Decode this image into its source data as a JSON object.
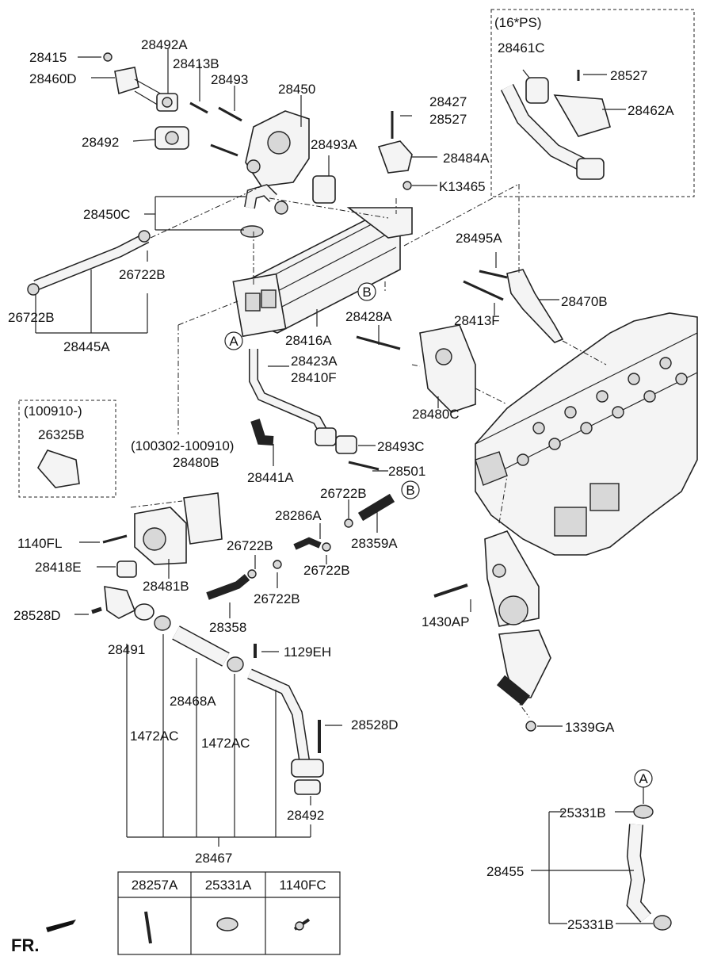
{
  "labels": {
    "l28415": "28415",
    "l28492A": "28492A",
    "l28460D": "28460D",
    "l28413B": "28413B",
    "l28493": "28493",
    "l28450": "28450",
    "l28492_top": "28492",
    "l28493A": "28493A",
    "l28427": "28427",
    "l28527_a": "28527",
    "l28484A": "28484A",
    "lK13465": "K13465",
    "l28450C": "28450C",
    "l26722B_1": "26722B",
    "l26722B_2": "26722B",
    "l28445A": "28445A",
    "l28416A": "28416A",
    "l28428A": "28428A",
    "l28495A": "28495A",
    "l28470B": "28470B",
    "l28413F": "28413F",
    "l28423A": "28423A",
    "l28410F": "28410F",
    "l28480C": "28480C",
    "l100910": "(100910-)",
    "l26325B": "26325B",
    "l100302": "(100302-100910)",
    "l28480B": "28480B",
    "l28493C": "28493C",
    "l28441A": "28441A",
    "l28501": "28501",
    "l26722B_3": "26722B",
    "l28286A": "28286A",
    "l28359A": "28359A",
    "l1140FL": "1140FL",
    "l28418E": "28418E",
    "l28481B": "28481B",
    "l26722B_4": "26722B",
    "l26722B_5": "26722B",
    "l26722B_6": "26722B",
    "l28528D_1": "28528D",
    "l28358": "28358",
    "l28491": "28491",
    "l1129EH": "1129EH",
    "l1430AP": "1430AP",
    "l28468A": "28468A",
    "l1472AC_1": "1472AC",
    "l1472AC_2": "1472AC",
    "l28528D_2": "28528D",
    "l1339GA": "1339GA",
    "l28492_bot": "28492",
    "l28467": "28467",
    "l25331B_1": "25331B",
    "l28455": "28455",
    "l25331B_2": "25331B",
    "l16PS": "(16*PS)",
    "l28461C": "28461C",
    "l28527_b": "28527",
    "l28462A": "28462A",
    "refA_1": "A",
    "refB_1": "B",
    "refA_2": "A",
    "refB_2": "B",
    "fr": "FR."
  },
  "parts_table": {
    "headers": [
      "28257A",
      "25331A",
      "1140FC"
    ]
  }
}
